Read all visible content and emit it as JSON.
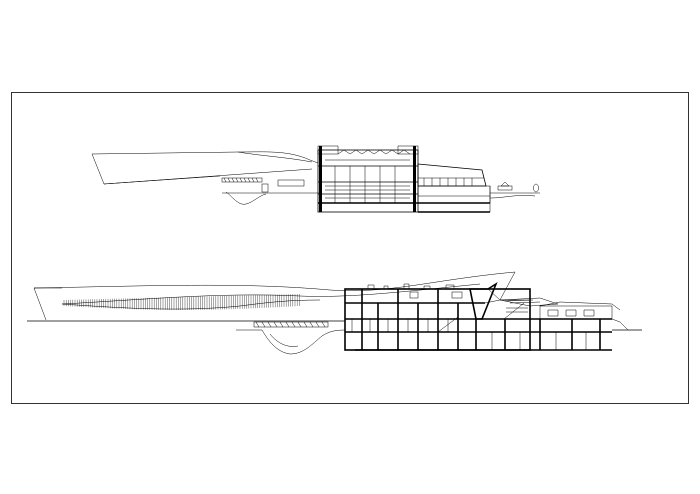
{
  "drawing": {
    "kind": "architectural-section-sheet",
    "views": [
      {
        "name": "upper-section",
        "description_label": ""
      },
      {
        "name": "lower-section",
        "description_label": ""
      }
    ]
  }
}
